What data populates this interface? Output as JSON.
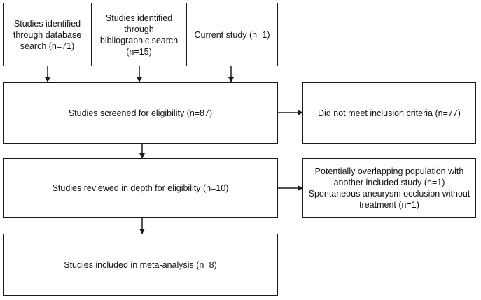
{
  "boxes": {
    "database": "Studies identified\nthrough database\nsearch (n=71)",
    "bibliographic": "Studies identified\nthrough\nbibliographic search\n(n=15)",
    "current": "Current study (n=1)",
    "screened": "Studies screened for eligibility (n=87)",
    "excluded_criteria": "Did not meet inclusion criteria (n=77)",
    "reviewed": "Studies reviewed in depth for eligibility (n=10)",
    "excluded_other": "Potentially overlapping population with\nanother included study (n=1)\nSpontaneous aneurysm occlusion without\ntreatment (n=1)",
    "included": "Studies included in meta-analysis (n=8)"
  },
  "colors": {
    "line": "#1a1a1a",
    "background": "#ffffff"
  }
}
